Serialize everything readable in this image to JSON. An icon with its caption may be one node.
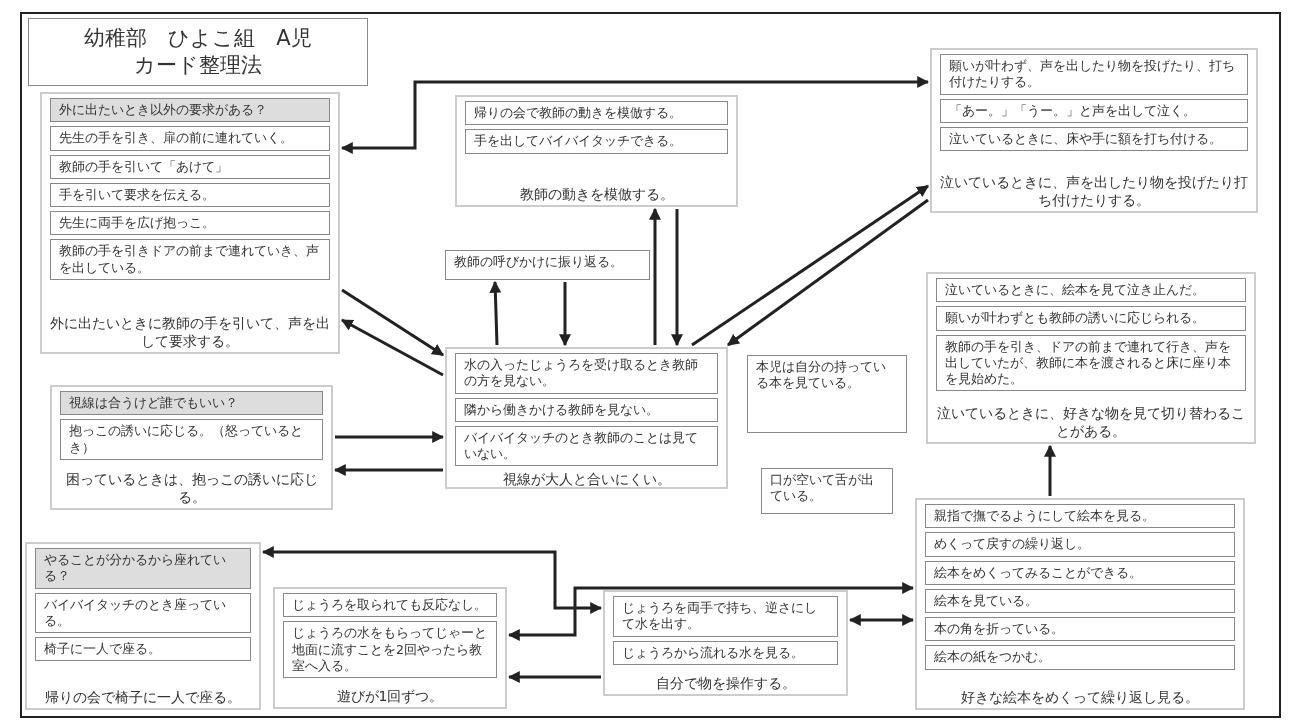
{
  "diagram": {
    "title": "幼稚部　ひよこ組　A児カード整理法",
    "nodes": [
      {
        "text": [
          "外に出たいときに教師の手を引いて、声を出して要求する。"
        ]
      },
      {
        "text": [
          "外に出たいとき以外の要求がある？"
        ],
        "in": 0
      },
      {
        "text": [
          "先生の手を引き、扉の前に連れていく。"
        ],
        "in": 0
      },
      {
        "text": [
          "教師の手を引いて「あけて」"
        ],
        "in": 0
      },
      {
        "text": [
          "手を引いて要求を伝える。"
        ],
        "in": 0
      },
      {
        "text": [
          "先生に両手を広げ抱っこ。"
        ],
        "in": 0
      },
      {
        "text": [
          "教師の手を引きドアの前まで連れていき、声を出している。"
        ],
        "in": 0
      },
      {
        "text": [
          "教師の動きを模倣する。"
        ]
      },
      {
        "text": [
          "帰りの会で教師の動きを模倣する。"
        ],
        "in": 7
      },
      {
        "text": [
          "手を出してバイバイタッチできる。"
        ],
        "in": 7
      },
      {
        "text": [
          "泣いているときに、声を出したり物を投げたり打ち付けたりする。"
        ]
      },
      {
        "text": [
          "願いが叶わず、声を出したり物を投げたり、打ち付けたりする。"
        ],
        "in": 10
      },
      {
        "text": [
          "「あー。」「うー。」と声を出して泣く。"
        ],
        "in": 10
      },
      {
        "text": [
          "泣いているときに、床や手に額を打ち付ける。"
        ],
        "in": 10
      },
      {
        "text": [
          "教師の呼びかけに振り返る。"
        ]
      },
      {
        "text": [
          "視線が大人と合いにくい。"
        ]
      },
      {
        "text": [
          "水の入ったじょうろを受け取るとき教師の方を見ない。"
        ],
        "in": 15
      },
      {
        "text": [
          "隣から働きかける教師を見ない。"
        ],
        "in": 15
      },
      {
        "text": [
          "バイバイタッチのとき教師のことは見ていない。"
        ],
        "in": 15
      },
      {
        "text": [
          "泣いているときに、好きな物を見て切り替わることがある。"
        ]
      },
      {
        "text": [
          "泣いているときに、絵本を見て泣き止んだ。"
        ],
        "in": 19
      },
      {
        "text": [
          "願いが叶わずとも教師の誘いに応じられる。"
        ],
        "in": 19
      },
      {
        "text": [
          "教師の手を引き、ドアの前まで連れて行き、声を出していたが、教師に本を渡されると床に座り本を見始めた。"
        ],
        "in": 19
      },
      {
        "text": [
          "困っているときは、抱っこの誘いに応じる。"
        ]
      },
      {
        "text": [
          "視線は合うけど誰でもいい？"
        ],
        "in": 23
      },
      {
        "text": [
          "抱っこの誘いに応じる。（怒っているとき）"
        ],
        "in": 23
      },
      {
        "text": [
          "本児は自分の持っている本を見ている。"
        ]
      },
      {
        "text": [
          "口が空いて舌が出ている。"
        ]
      },
      {
        "text": [
          "帰りの会で椅子に一人で座る。"
        ]
      },
      {
        "text": [
          "やることが分かるから座れている？"
        ],
        "in": 28
      },
      {
        "text": [
          "バイバイタッチのとき座っている。"
        ],
        "in": 28
      },
      {
        "text": [
          "椅子に一人で座る。"
        ],
        "in": 28
      },
      {
        "text": [
          "遊びが1回ずつ。"
        ]
      },
      {
        "text": [
          "じょうろを取られても反応なし。"
        ],
        "in": 32
      },
      {
        "text": [
          "じょうろの水をもらってじゃーと地面に流すことを2回やったら教室へ入る。"
        ],
        "in": 32
      },
      {
        "text": [
          "自分で物を操作する。"
        ]
      },
      {
        "text": [
          "じょうろを両手で持ち、逆さにして水を出す。"
        ],
        "in": 35
      },
      {
        "text": [
          "じょうろから流れる水を見る。"
        ],
        "in": 35
      },
      {
        "text": [
          "好きな絵本をめくって繰り返し見る。"
        ]
      },
      {
        "text": [
          "親指で撫でるようにして絵本を見る。"
        ],
        "in": 38
      },
      {
        "text": [
          "めくって戻すの繰り返し。"
        ],
        "in": 38
      },
      {
        "text": [
          "絵本をめくってみることができる。"
        ],
        "in": 38
      },
      {
        "text": [
          "絵本を見ている。"
        ],
        "in": 38
      },
      {
        "text": [
          "本の角を折っている。"
        ],
        "in": 38
      },
      {
        "text": [
          "絵本の紙をつかむ。"
        ],
        "in": 38
      }
    ],
    "edges": [
      {
        "from": 0,
        "to": 15,
        "arrow": "to"
      },
      {
        "from": 15,
        "to": 0,
        "arrow": "to"
      },
      {
        "from": 0,
        "to": 10,
        "arrow": "both"
      },
      {
        "from": 15,
        "to": 14,
        "arrow": "to"
      },
      {
        "from": 14,
        "to": 15,
        "arrow": "to"
      },
      {
        "from": 15,
        "to": 7,
        "arrow": "to"
      },
      {
        "from": 7,
        "to": 15,
        "arrow": "to"
      },
      {
        "from": 15,
        "to": 10,
        "arrow": "to"
      },
      {
        "from": 10,
        "to": 15,
        "arrow": "to"
      },
      {
        "from": 23,
        "to": 15,
        "arrow": "to"
      },
      {
        "from": 15,
        "to": 23,
        "arrow": "to"
      },
      {
        "from": 38,
        "to": 19,
        "arrow": "to"
      },
      {
        "from": 28,
        "to": 35,
        "arrow": "both"
      },
      {
        "from": 32,
        "to": 38,
        "arrow": "both"
      },
      {
        "from": 35,
        "to": 38,
        "arrow": "both"
      },
      {
        "from": 35,
        "to": 32,
        "arrow": "to"
      }
    ]
  }
}
